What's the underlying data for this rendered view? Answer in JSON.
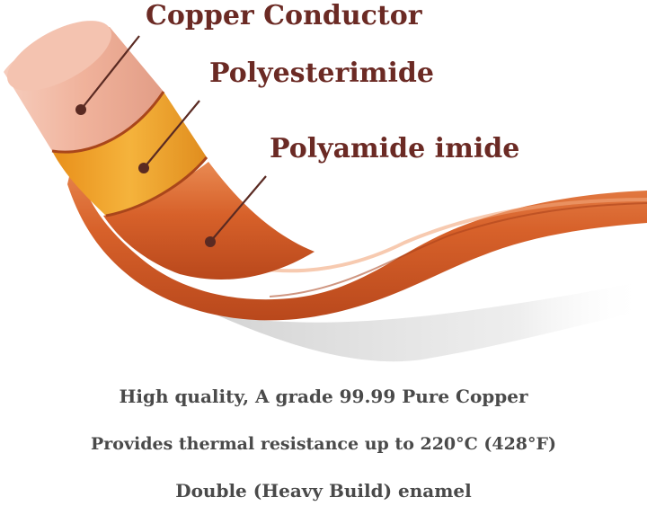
{
  "layers": [
    {
      "name": "Copper Conductor"
    },
    {
      "name": "Polyesterimide"
    },
    {
      "name": "Polyamide imide"
    }
  ],
  "features": [
    "High quality,  A grade 99.99 Pure Copper",
    "Provides thermal resistance up to 220°C (428°F)",
    "Double (Heavy Build) enamel"
  ],
  "colors": {
    "label_text": "#6b2a24",
    "feature_text": "#4a4a4a",
    "leader_line": "#5a2a22",
    "copper_core": "#f2bba6",
    "polyesterimide_coat": "#f0a52a",
    "polyamide_imide_coat": "#d9622a",
    "wire_shadow": "#cfcfcf"
  }
}
